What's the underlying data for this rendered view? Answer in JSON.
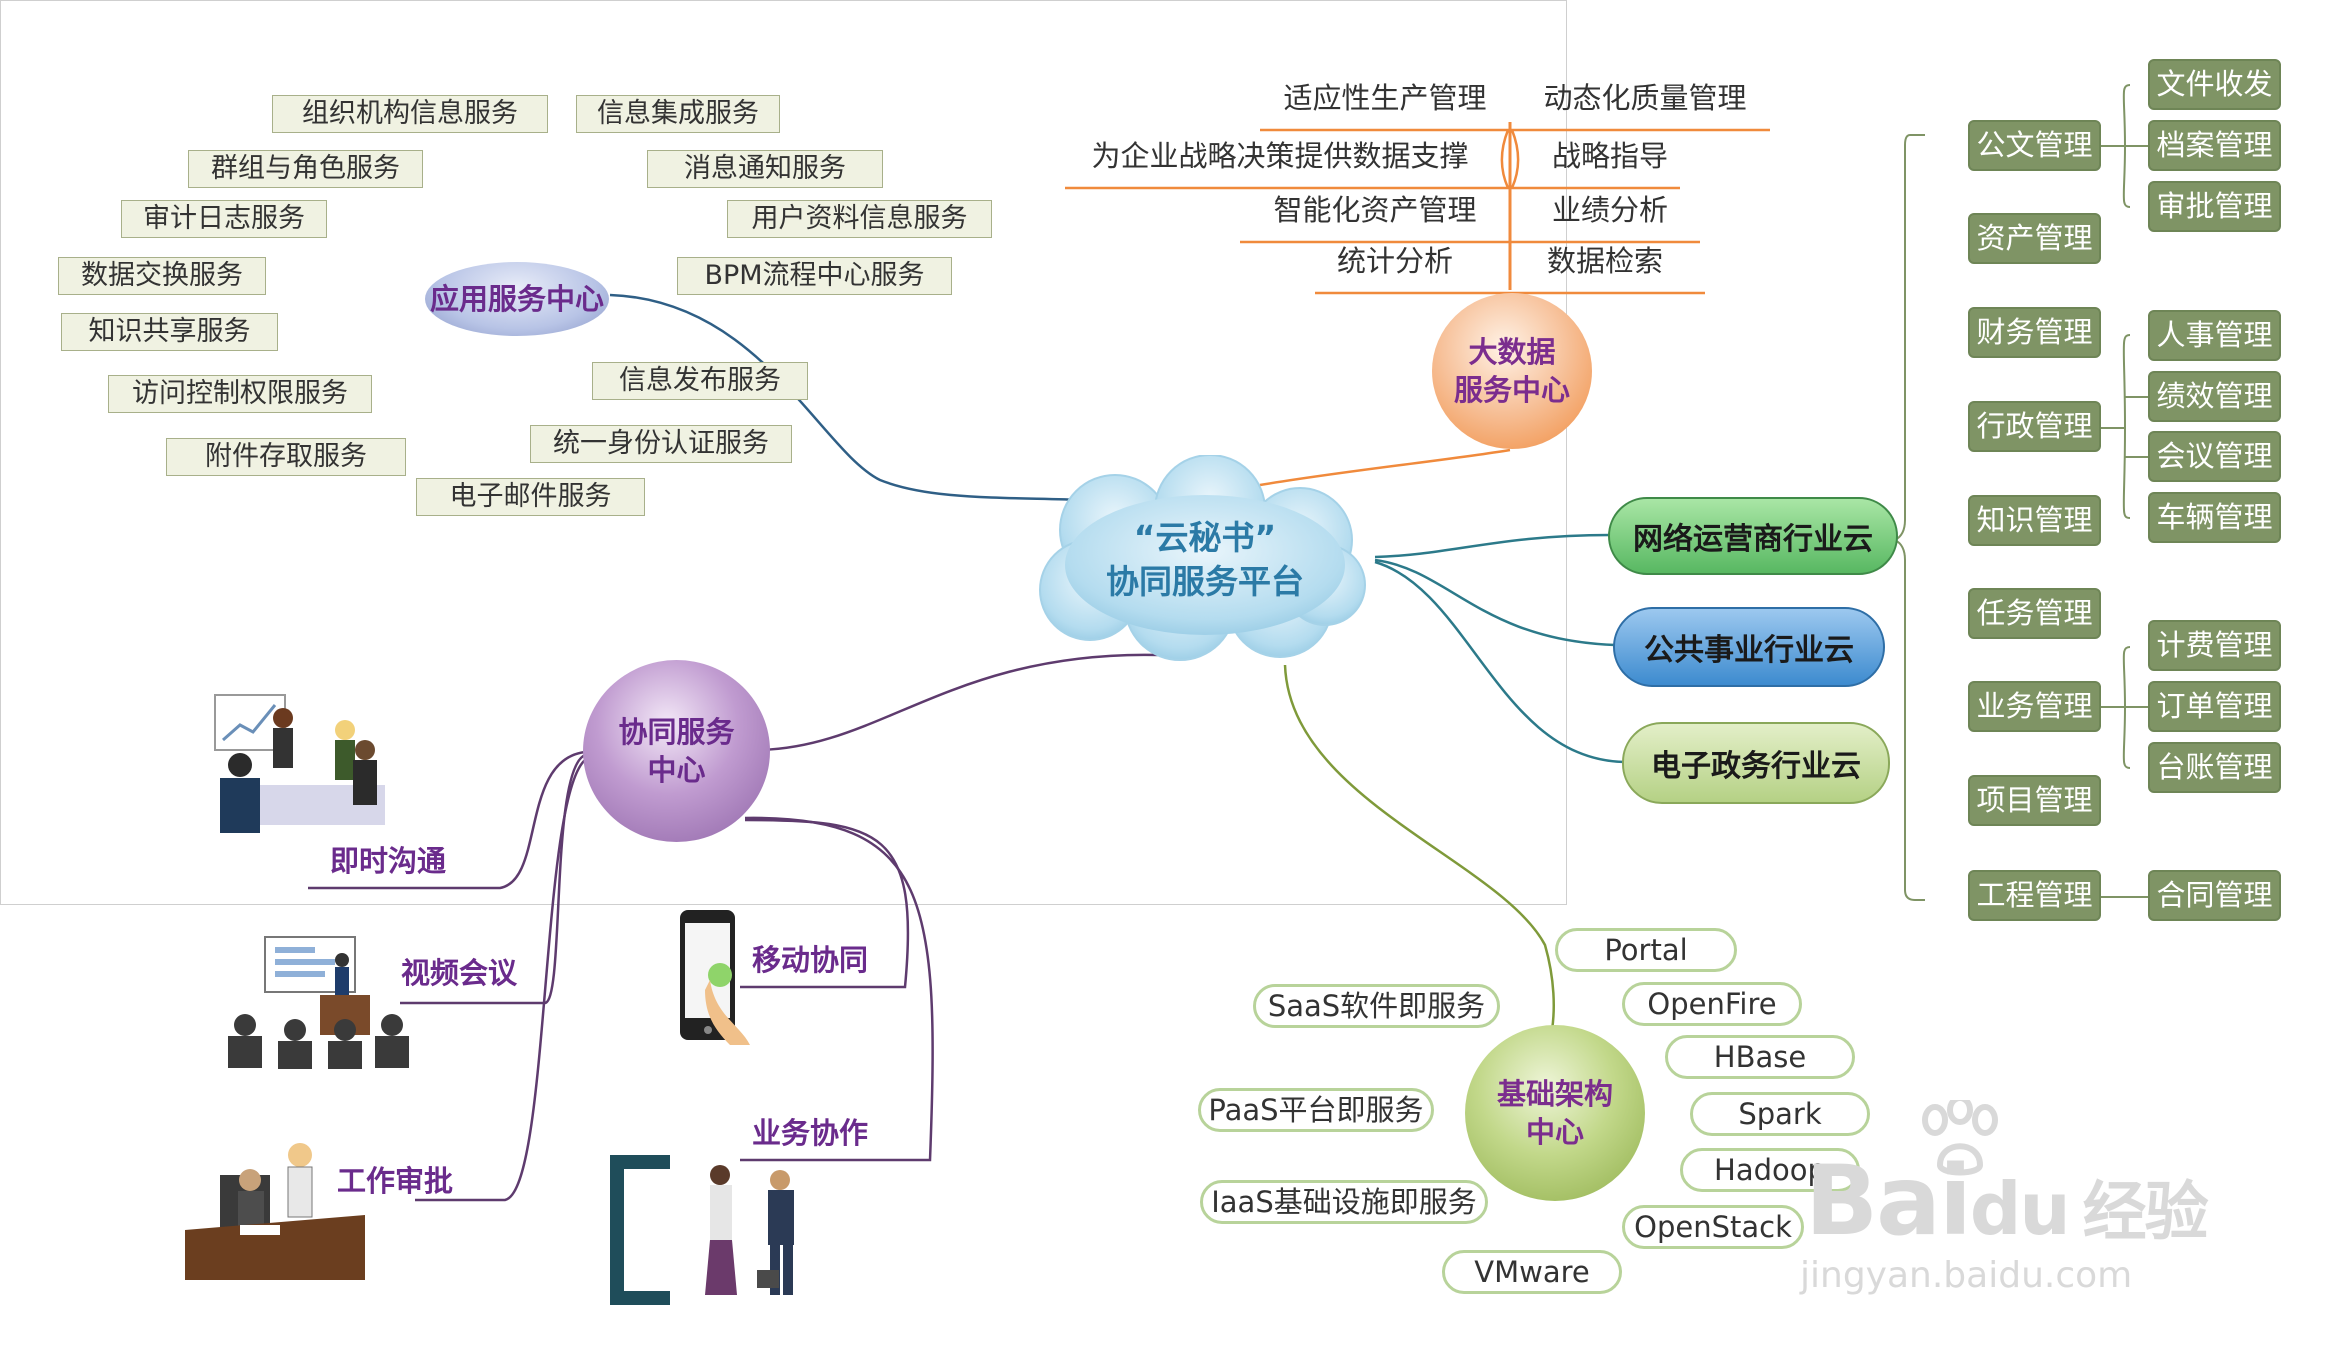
{
  "center": {
    "line1": "“云秘书”",
    "line2": "协同服务平台"
  },
  "app_center": {
    "label": "应用服务中心",
    "services": [
      "组织机构信息服务",
      "信息集成服务",
      "群组与角色服务",
      "消息通知服务",
      "审计日志服务",
      "用户资料信息服务",
      "数据交换服务",
      "BPM流程中心服务",
      "知识共享服务",
      "访问控制权限服务",
      "信息发布服务",
      "附件存取服务",
      "统一身份认证服务",
      "电子邮件服务"
    ]
  },
  "bigdata_center": {
    "line1": "大数据",
    "line2": "服务中心",
    "items": [
      "适应性生产管理",
      "动态化质量管理",
      "为企业战略决策提供数据支撑",
      "战略指导",
      "智能化资产管理",
      "业绩分析",
      "统计分析",
      "数据检索"
    ]
  },
  "collab_center": {
    "line1": "协同服务",
    "line2": "中心",
    "items": [
      "即时沟通",
      "视频会议",
      "工作审批",
      "移动协同",
      "业务协作"
    ]
  },
  "infra_center": {
    "line1": "基础架构",
    "line2": "中心",
    "items": [
      "Portal",
      "SaaS软件即服务",
      "OpenFire",
      "HBase",
      "PaaS平台即服务",
      "Spark",
      "Hadoop",
      "IaaS基础设施即服务",
      "OpenStack",
      "VMware"
    ]
  },
  "industry_clouds": [
    "网络运营商行业云",
    "公共事业行业云",
    "电子政务行业云"
  ],
  "management": {
    "categories": [
      "公文管理",
      "资产管理",
      "财务管理",
      "行政管理",
      "知识管理",
      "任务管理",
      "业务管理",
      "项目管理",
      "工程管理"
    ],
    "sub": {
      "公文管理": [
        "文件收发",
        "档案管理",
        "审批管理"
      ],
      "行政管理": [
        "人事管理",
        "绩效管理",
        "会议管理",
        "车辆管理"
      ],
      "业务管理": [
        "计费管理",
        "订单管理",
        "台账管理"
      ],
      "工程管理": [
        "合同管理"
      ]
    }
  },
  "watermark": {
    "brand": "Bai",
    "du": "du",
    "cn": "经验",
    "url": "jingyan.baidu.com"
  },
  "colors": {
    "purple": "#6a2b8c",
    "orange": "#f08a3c",
    "green": "#7f9465",
    "teal": "#2c7a8a"
  }
}
